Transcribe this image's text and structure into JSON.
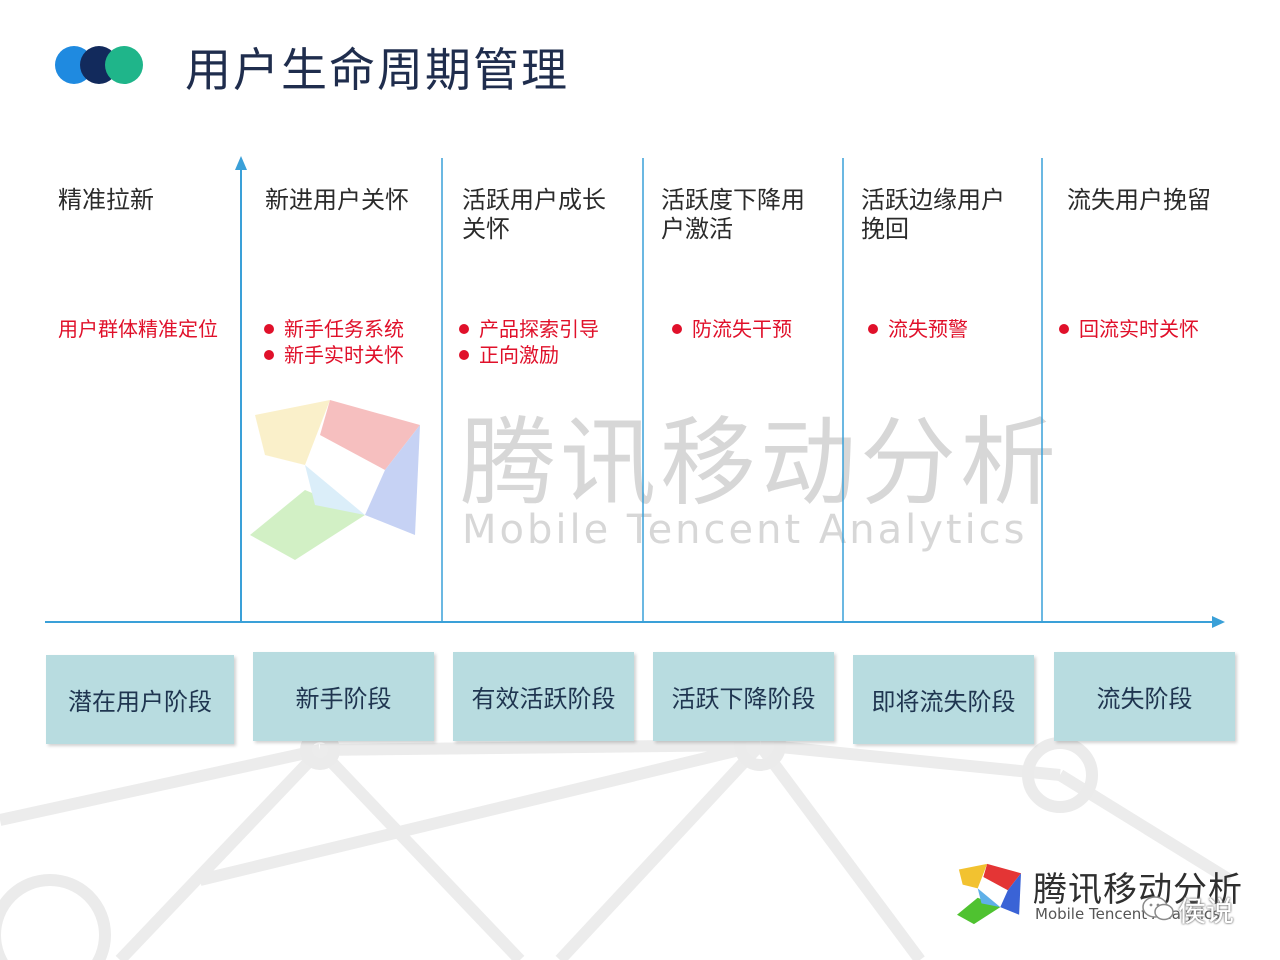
{
  "header": {
    "title": "用户生命周期管理",
    "dot_colors": [
      "#1f8ae0",
      "#122a5c",
      "#1fb58a"
    ]
  },
  "columns": [
    {
      "title": "精准拉新",
      "items": [],
      "note": "用户群体精准定位"
    },
    {
      "title": "新进用户关怀",
      "items": [
        "新手任务系统",
        "新手实时关怀"
      ]
    },
    {
      "title": "活跃用户成长关怀",
      "items": [
        "产品探索引导",
        "正向激励"
      ]
    },
    {
      "title": "活跃度下降用户激活",
      "items": [
        "防流失干预"
      ]
    },
    {
      "title": "活跃边缘用户挽回",
      "items": [
        "流失预警"
      ]
    },
    {
      "title": "流失用户挽留",
      "items": [
        "回流实时关怀"
      ]
    }
  ],
  "stages": [
    "潜在用户阶段",
    "新手阶段",
    "有效活跃阶段",
    "活跃下降阶段",
    "即将流失阶段",
    "流失阶段"
  ],
  "watermark": {
    "cn": "腾讯移动分析",
    "en": "Mobile  Tencent  Analytics"
  },
  "footer": {
    "brand_cn": "腾讯移动分析",
    "brand_en": "Mobile  Tencent  Analytics",
    "wechat": "侯说"
  },
  "colors": {
    "axis": "#3aa0d8",
    "bullet": "#e0102a",
    "stage_fill": "#b8dce0"
  }
}
